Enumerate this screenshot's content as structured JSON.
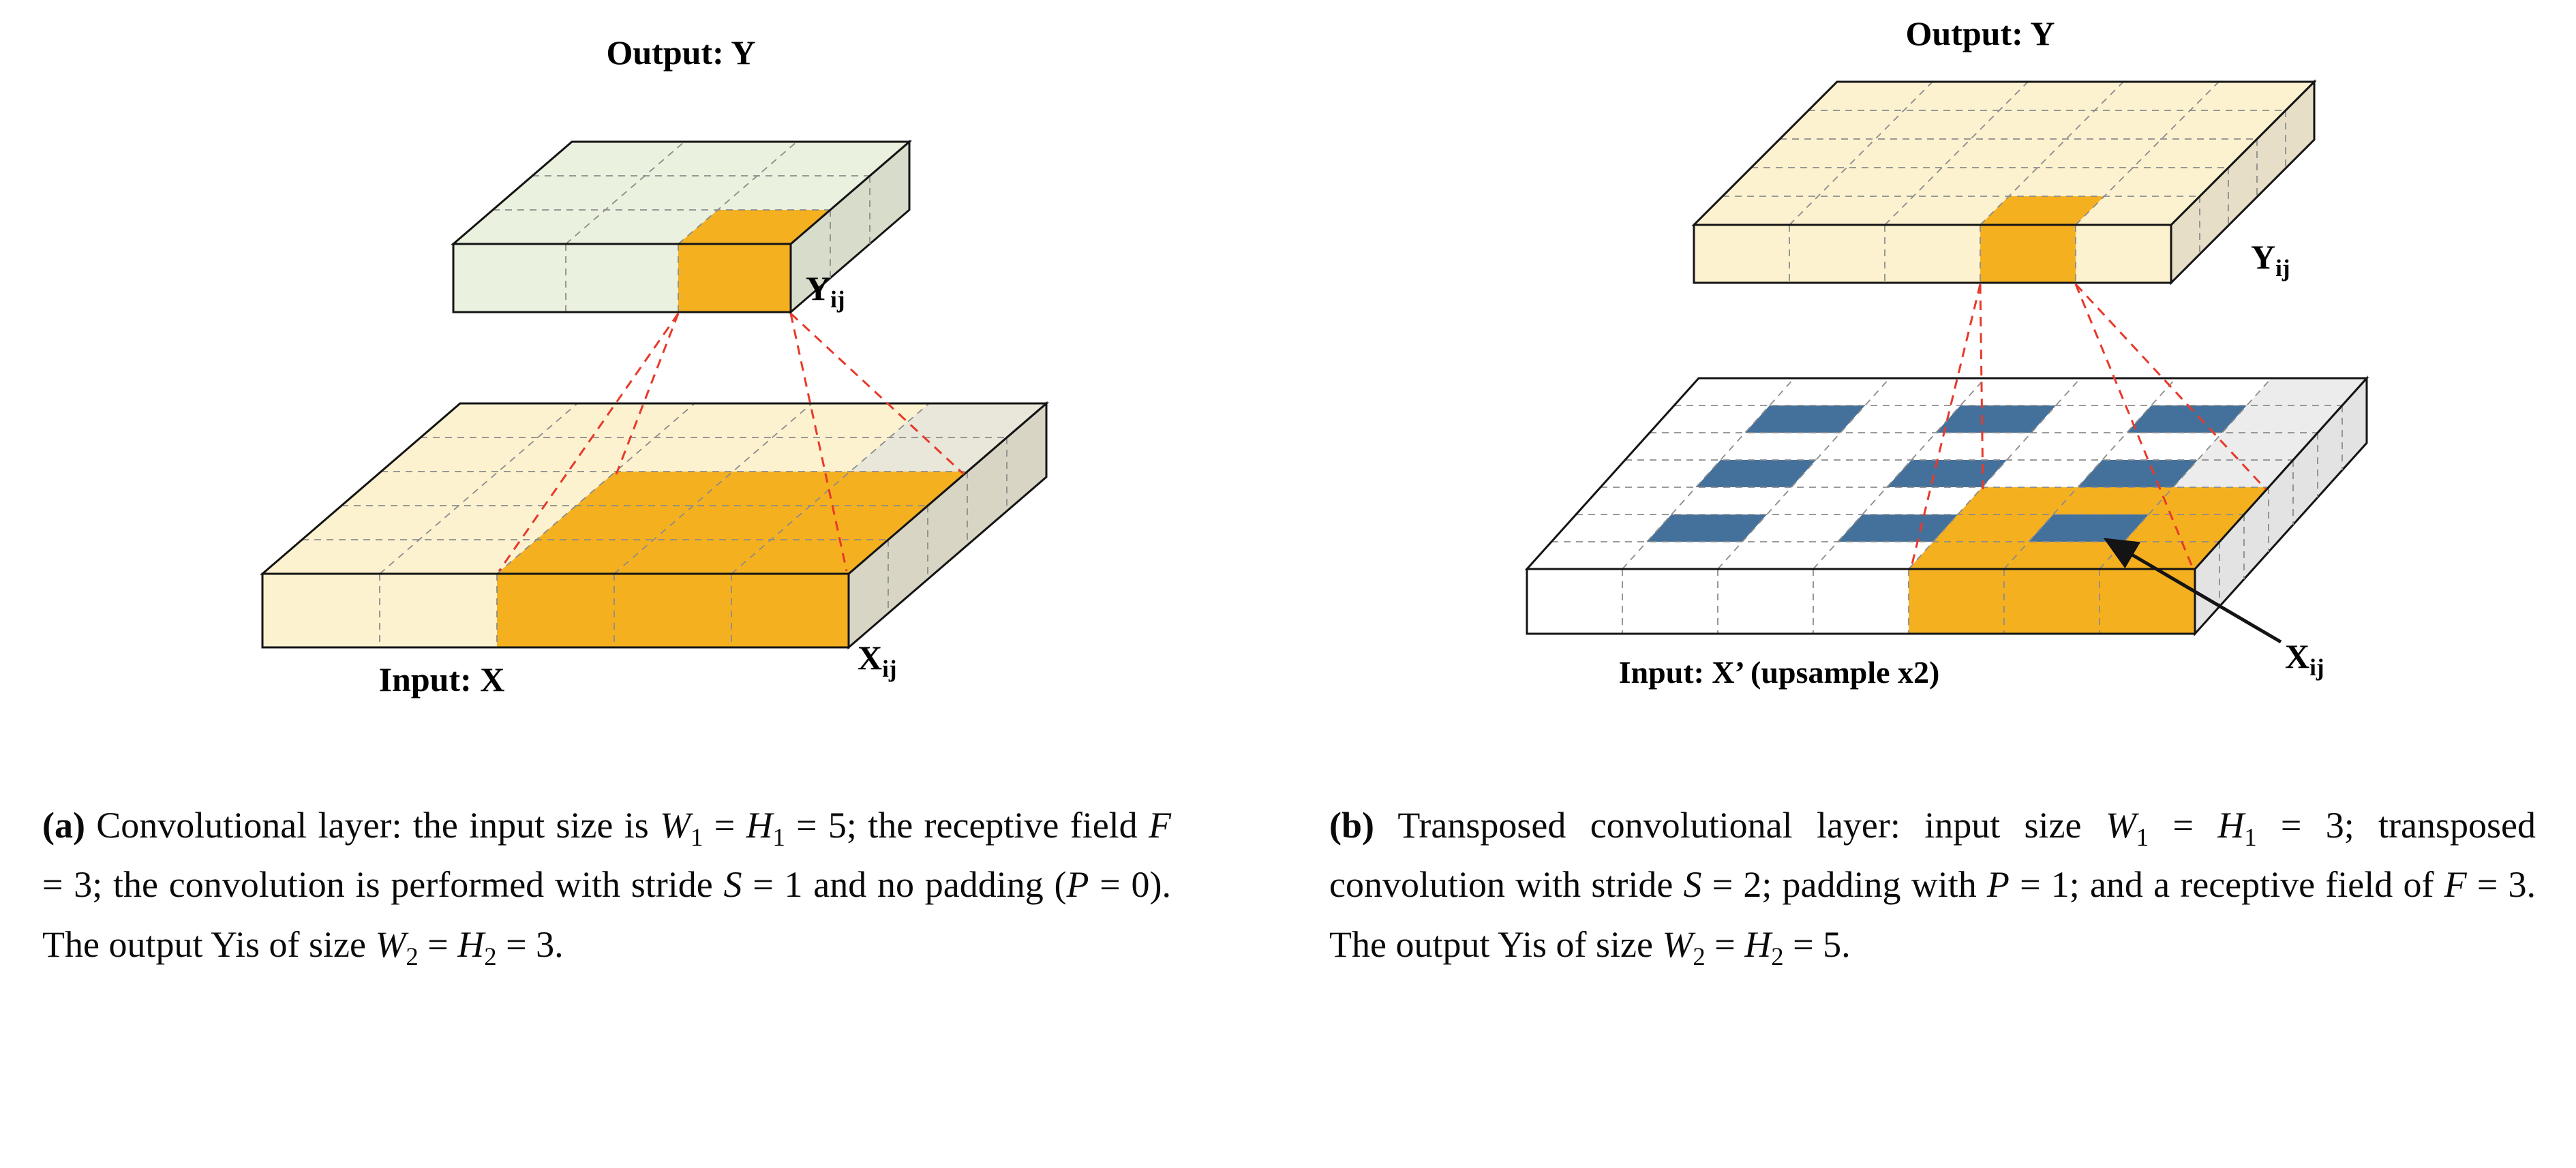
{
  "panel_a": {
    "labels": {
      "output": "Output: Y",
      "output_cell": {
        "main": "Y",
        "sub": "ij"
      },
      "input": "Input: X",
      "input_cell": {
        "main": "X",
        "sub": "ij"
      }
    },
    "diagram": {
      "connector_color": "#e8392b",
      "grid_line_color": "#8c8c8c",
      "outline_color": "#141414",
      "output_grid": {
        "cols": 3,
        "rows": 3,
        "cell_color": "#eaf1de",
        "front_color": "#eaf1de",
        "side_color": "#d8ddcb",
        "highlight_color": "#f5b01f",
        "top_highlights": [
          [
            2,
            0
          ]
        ],
        "front_highlight_cols": [
          2
        ]
      },
      "input_grid": {
        "cols": 5,
        "rows": 5,
        "cell_color": "#fdf2d0",
        "front_color": "#fdf2d0",
        "side_color": "#d9d5c4",
        "highlight_color": "#f5b01f",
        "region": {
          "c0": 2,
          "c1": 4,
          "r0": 0,
          "r1": 2
        },
        "front_highlight_cols": [
          2,
          3,
          4
        ],
        "gray_cells": [
          [
            4,
            3
          ],
          [
            4,
            4
          ]
        ],
        "gray_color": "#e9e6da"
      }
    },
    "caption": [
      {
        "s": "b",
        "t": "(a)"
      },
      {
        "s": "n",
        "t": " Convolutional layer: the input size is "
      },
      {
        "s": "i",
        "t": "W"
      },
      {
        "s": "sub",
        "t": "1"
      },
      {
        "s": "n",
        "t": " = "
      },
      {
        "s": "i",
        "t": "H"
      },
      {
        "s": "sub",
        "t": "1"
      },
      {
        "s": "n",
        "t": " = 5; the receptive field "
      },
      {
        "s": "i",
        "t": "F"
      },
      {
        "s": "n",
        "t": " = 3; the convolution is performed with stride "
      },
      {
        "s": "i",
        "t": "S"
      },
      {
        "s": "n",
        "t": " = 1 and no padding ("
      },
      {
        "s": "i",
        "t": "P"
      },
      {
        "s": "n",
        "t": " = 0). The output Yis of size "
      },
      {
        "s": "i",
        "t": "W"
      },
      {
        "s": "sub",
        "t": "2"
      },
      {
        "s": "n",
        "t": " = "
      },
      {
        "s": "i",
        "t": "H"
      },
      {
        "s": "sub",
        "t": "2"
      },
      {
        "s": "n",
        "t": " = 3."
      }
    ]
  },
  "panel_b": {
    "labels": {
      "output": "Output: Y",
      "output_cell": {
        "main": "Y",
        "sub": "ij"
      },
      "input": "Input: X’ (upsample x2)",
      "input_cell": {
        "main": "X",
        "sub": "ij"
      }
    },
    "diagram": {
      "connector_color": "#e8392b",
      "arrow_color": "#141414",
      "grid_line_color": "#8c8c8c",
      "outline_color": "#141414",
      "output_grid": {
        "cols": 5,
        "rows": 5,
        "cell_color": "#fdf2d0",
        "front_color": "#fdf2d0",
        "side_color": "#e6dec6",
        "highlight_color": "#f5b01f",
        "top_highlights": [
          [
            3,
            0
          ]
        ],
        "front_highlight_cols": [
          3
        ]
      },
      "input_grid": {
        "cols": 7,
        "rows": 7,
        "cell_color": "#ffffff",
        "front_color": "#ffffff",
        "side_color": "#e3e3e3",
        "highlight_color": "#f5b01f",
        "region": {
          "c0": 4,
          "c1": 6,
          "r0": 0,
          "r1": 2
        },
        "front_highlight_cols": [
          4,
          5,
          6
        ],
        "blue_cells": [
          [
            1,
            1
          ],
          [
            3,
            1
          ],
          [
            5,
            1
          ],
          [
            1,
            3
          ],
          [
            3,
            3
          ],
          [
            5,
            3
          ],
          [
            1,
            5
          ],
          [
            3,
            5
          ],
          [
            5,
            5
          ]
        ],
        "blue_color": "#44719b",
        "gray_cells": [
          [
            6,
            3
          ],
          [
            6,
            4
          ],
          [
            6,
            5
          ],
          [
            6,
            6
          ]
        ],
        "gray_color": "#ececec"
      }
    },
    "caption": [
      {
        "s": "b",
        "t": "(b)"
      },
      {
        "s": "n",
        "t": " Transposed convolutional layer: input size "
      },
      {
        "s": "i",
        "t": "W"
      },
      {
        "s": "sub",
        "t": "1"
      },
      {
        "s": "n",
        "t": " = "
      },
      {
        "s": "i",
        "t": "H"
      },
      {
        "s": "sub",
        "t": "1"
      },
      {
        "s": "n",
        "t": " = 3; transposed convolution with stride "
      },
      {
        "s": "i",
        "t": "S"
      },
      {
        "s": "n",
        "t": " = 2; padding with "
      },
      {
        "s": "i",
        "t": "P"
      },
      {
        "s": "n",
        "t": " = 1; and a receptive field of "
      },
      {
        "s": "i",
        "t": "F"
      },
      {
        "s": "n",
        "t": " = 3. The output Yis of size "
      },
      {
        "s": "i",
        "t": "W"
      },
      {
        "s": "sub",
        "t": "2"
      },
      {
        "s": "n",
        "t": " = "
      },
      {
        "s": "i",
        "t": "H"
      },
      {
        "s": "sub",
        "t": "2"
      },
      {
        "s": "n",
        "t": " = 5."
      }
    ]
  }
}
